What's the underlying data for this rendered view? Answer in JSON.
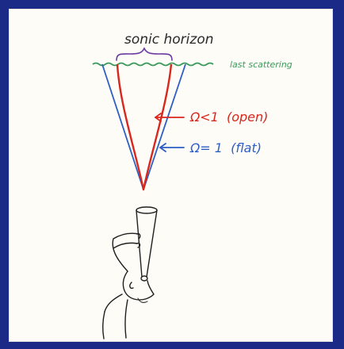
{
  "labels": {
    "sonic_horizon": "sonic horizon",
    "last_scattering": "last scattering",
    "open": "Ω<1  (open)",
    "flat": "Ω= 1  (flat)"
  },
  "colors": {
    "background": "#1a2a86",
    "paper": "#fdfcf7",
    "ink": "#2a2a2a",
    "open_line": "#d8281e",
    "flat_line": "#2f5ec4",
    "scattering_line": "#3a9a5a"
  }
}
